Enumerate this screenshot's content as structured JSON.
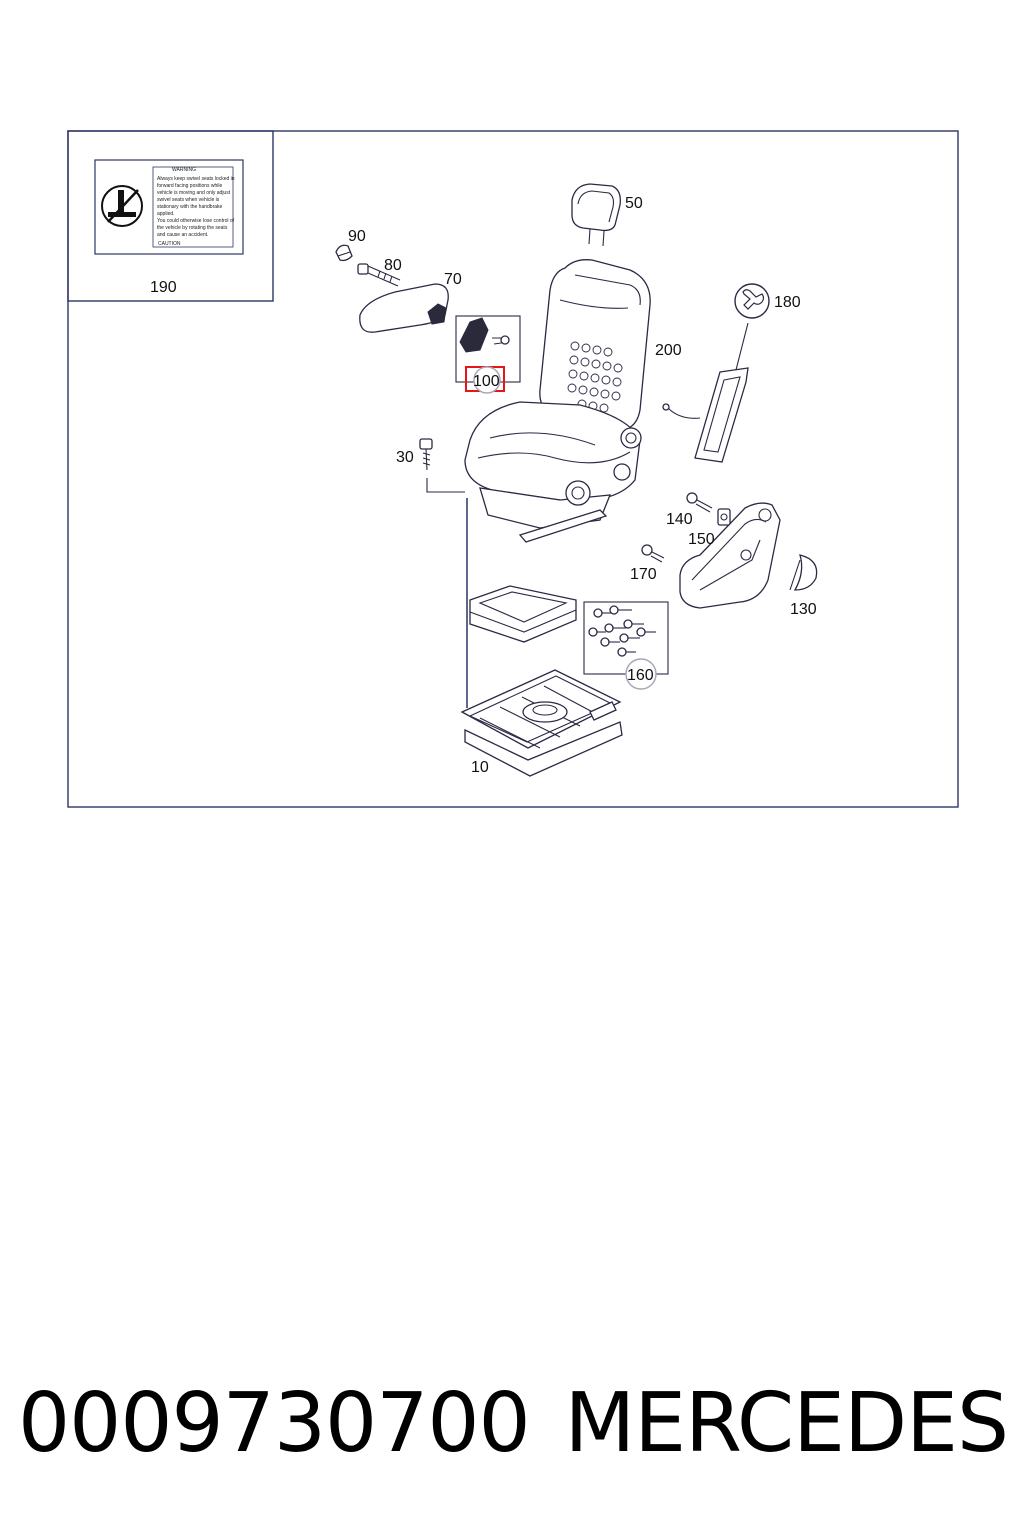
{
  "warning_label": {
    "title": "WARNING",
    "lines": [
      "Always keep swivel seats locked in",
      "forward facing positions while",
      "vehicle is moving and only adjust",
      "swivel seats when vehicle is",
      "stationary with the handbrake",
      "applied.",
      "You could otherwise lose control of",
      "the vehicle by rotating the seats",
      "and cause an accident."
    ],
    "footer": "CAUTION"
  },
  "callouts": [
    "190",
    "50",
    "90",
    "80",
    "70",
    "100",
    "200",
    "180",
    "30",
    "140",
    "150",
    "170",
    "130",
    "160",
    "10"
  ],
  "highlighted_callout": "100",
  "colors": {
    "frame": "#2d3566",
    "highlight": "#e8141c",
    "callout_circle": "#a8a8b8"
  },
  "footer": {
    "part_number": "0009730700",
    "brand": "MERCEDES"
  }
}
